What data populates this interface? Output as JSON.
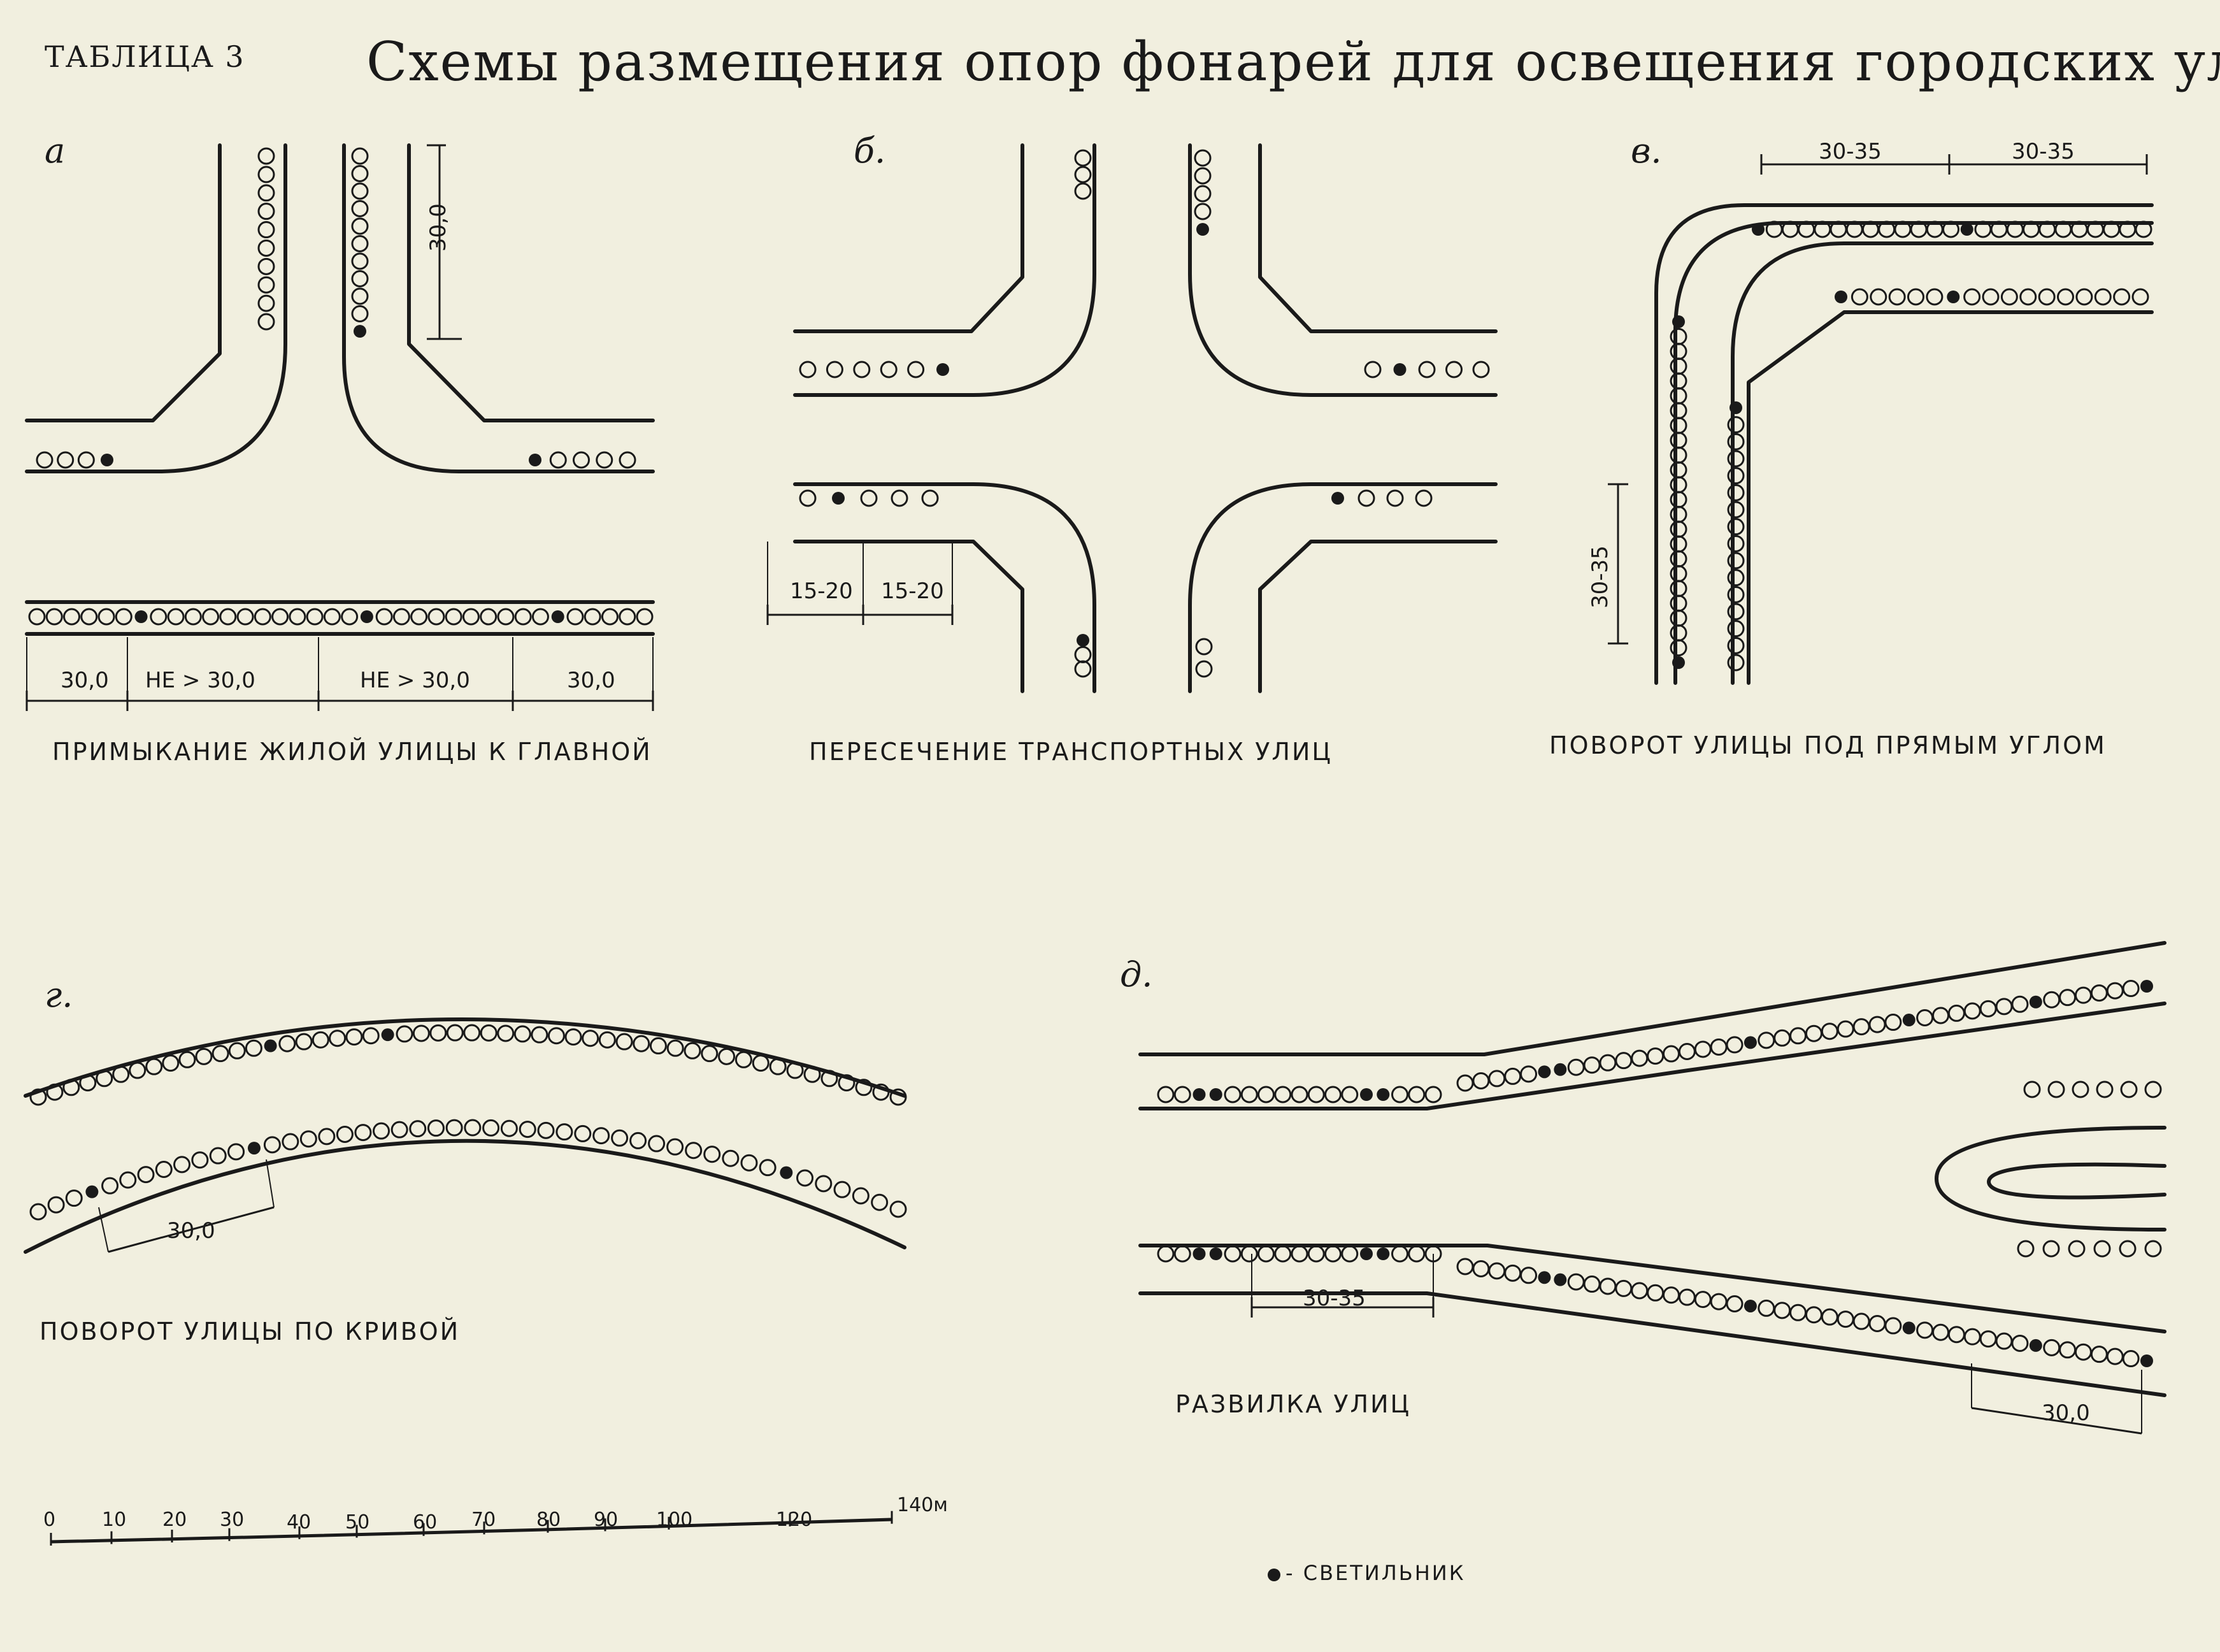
{
  "header": {
    "table_label": "ТАБЛИЦА 3",
    "title": "Схемы размещения опор фонарей для освещения городских улиц"
  },
  "panels": {
    "a": {
      "letter": "а",
      "caption": "ПРИМЫКАНИЕ ЖИЛОЙ УЛИЦЫ К ГЛАВНОЙ",
      "dim_vertical": "30,0",
      "dims": [
        "30,0",
        "НЕ > 30,0",
        "НЕ > 30,0",
        "30,0"
      ]
    },
    "b": {
      "letter": "б.",
      "caption": "ПЕРЕСЕЧЕНИЕ ТРАНСПОРТНЫХ УЛИЦ",
      "dims": [
        "15-20",
        "15-20"
      ]
    },
    "v": {
      "letter": "в.",
      "caption": "ПОВОРОТ УЛИЦЫ ПОД ПРЯМЫМ УГЛОМ",
      "dims_top": [
        "30-35",
        "30-35"
      ],
      "dim_side": "30-35"
    },
    "g": {
      "letter": "г.",
      "caption": "ПОВОРОТ УЛИЦЫ ПО КРИВОЙ",
      "dim": "30,0"
    },
    "d": {
      "letter": "д.",
      "caption": "РАЗВИЛКА УЛИЦ",
      "dim_left": "30-35",
      "dim_right": "30,0"
    }
  },
  "scale_bar": {
    "ticks": [
      "0",
      "10",
      "20",
      "30",
      "40",
      "50",
      "60",
      "70",
      "80",
      "90",
      "100",
      "120",
      "140м"
    ]
  },
  "legend": {
    "label": "- СВЕТИЛЬНИК"
  },
  "colors": {
    "ink": "#1a1a1a",
    "paper": "#f1efdf"
  }
}
